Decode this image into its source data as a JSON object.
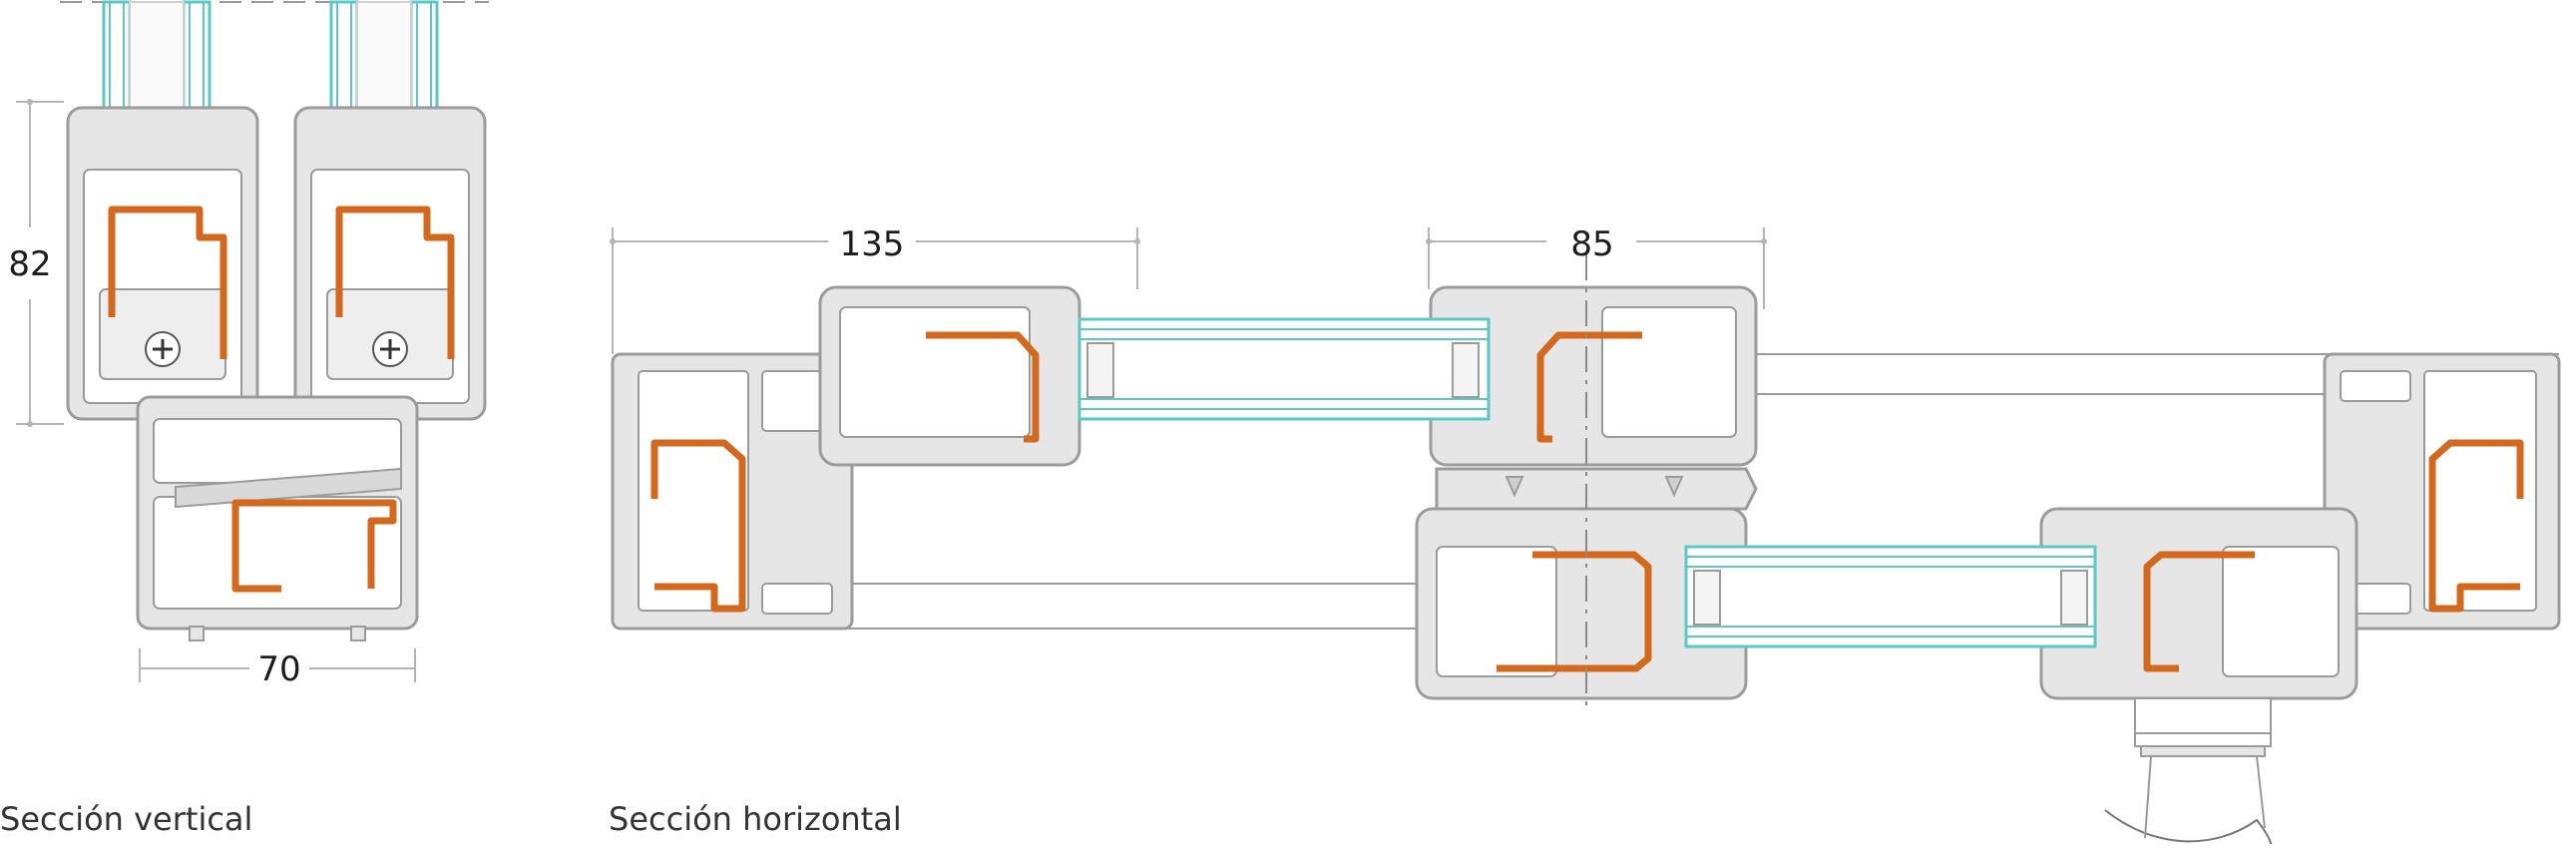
{
  "colors": {
    "profile_fill": "#e6e6e6",
    "profile_stroke": "#9b9b9b",
    "reinforcement": "#d2691e",
    "glass": "#5cc7c4",
    "dimension_line": "#b5b5b5",
    "text": "#1c1c1c"
  },
  "dimensions": {
    "vertical_height": "82",
    "vertical_width": "70",
    "horizontal_outer_frame": "135",
    "horizontal_sash": "85"
  },
  "captions": {
    "vertical": "Sección vertical",
    "horizontal": "Sección horizontal"
  },
  "icons": {
    "fixing_screw": "screw-icon"
  }
}
